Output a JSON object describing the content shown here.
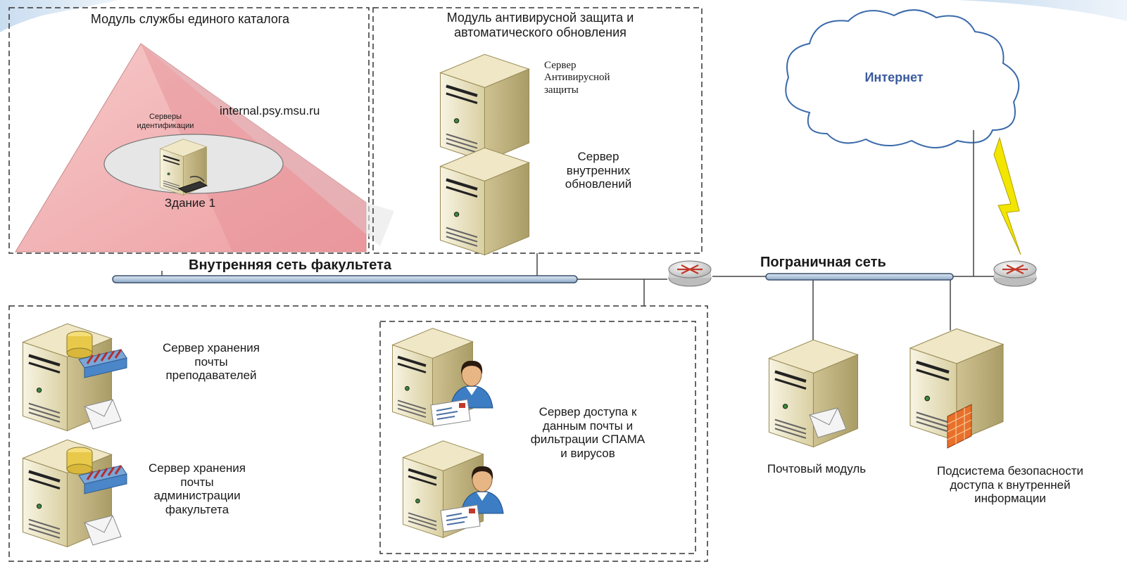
{
  "labels": {
    "catalog_module": "Модуль службы единого каталога",
    "antivirus_module": "Модуль антивирусной защита и\nавтоматического обновления",
    "id_servers": "Серверы\nидентификации",
    "domain": "internal.psy.msu.ru",
    "building": "Здание 1",
    "av_server": "Сервер\nАнтивирусной\nзащиты",
    "update_server": "Сервер\nвнутренних\nобновлений",
    "internet": "Интернет",
    "inner_network": "Внутренняя сеть факультета",
    "border_network": "Пограничная сеть",
    "mail_teachers": "Сервер хранения\nпочты\nпреподавателей",
    "mail_admin": "Сервер хранения\nпочты\nадминистрации\nфакультета",
    "access_server": "Сервер доступа к\nданным почты и\nфильтрации СПАМА\nи вирусов",
    "mail_module": "Почтовый модуль",
    "security_subsystem": "Подсистема безопасности\nдоступа к внутренней\nинформации"
  },
  "icons": {
    "server": "server-tower-icon",
    "router": "router-icon",
    "cloud": "cloud-icon",
    "lightning": "wireless-link-icon",
    "database": "database-icon",
    "envelope": "envelope-icon",
    "user": "user-icon",
    "firewall": "firewall-icon",
    "keyboard": "keyboard-icon"
  },
  "colors": {
    "pyramid": "#f2b8b8",
    "bus": "#b8cde4",
    "internet_text": "#3a5a9e",
    "lightning": "#f2e600",
    "server_body": "#e9dfb7"
  }
}
